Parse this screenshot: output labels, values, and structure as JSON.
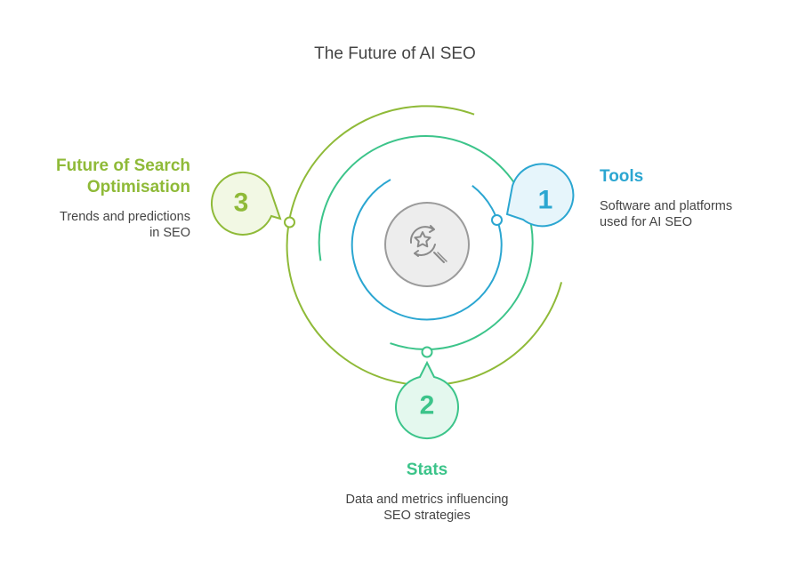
{
  "title": "The Future of AI SEO",
  "colors": {
    "tools": "#2ba6d1",
    "stats": "#3cc48a",
    "future": "#8fba38",
    "center": "#9b9b9b"
  },
  "center_icon": "star-magnifier-icon",
  "items": [
    {
      "number": "1",
      "heading": "Tools",
      "description_lines": [
        "Software and platforms",
        "used for AI SEO"
      ]
    },
    {
      "number": "2",
      "heading": "Stats",
      "description_lines": [
        "Data and metrics influencing",
        "SEO strategies"
      ]
    },
    {
      "number": "3",
      "heading_lines": [
        "Future of Search",
        "Optimisation"
      ],
      "description_lines": [
        "Trends and predictions",
        "in SEO"
      ]
    }
  ]
}
